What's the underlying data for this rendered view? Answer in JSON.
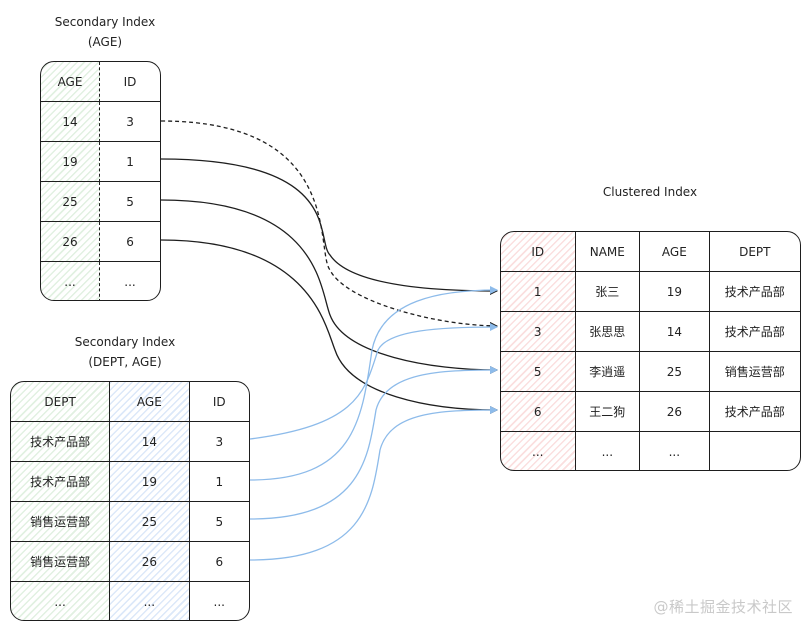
{
  "age_index": {
    "title_line1": "Secondary Index",
    "title_line2": "(AGE)",
    "headers": [
      "AGE",
      "ID"
    ],
    "rows": [
      [
        "14",
        "3"
      ],
      [
        "19",
        "1"
      ],
      [
        "25",
        "5"
      ],
      [
        "26",
        "6"
      ],
      [
        "...",
        "..."
      ]
    ]
  },
  "dept_age_index": {
    "title_line1": "Secondary Index",
    "title_line2": "(DEPT, AGE)",
    "headers": [
      "DEPT",
      "AGE",
      "ID"
    ],
    "rows": [
      [
        "技术产品部",
        "14",
        "3"
      ],
      [
        "技术产品部",
        "19",
        "1"
      ],
      [
        "销售运营部",
        "25",
        "5"
      ],
      [
        "销售运营部",
        "26",
        "6"
      ],
      [
        "...",
        "...",
        "..."
      ]
    ]
  },
  "clustered_index": {
    "title": "Clustered Index",
    "headers": [
      "ID",
      "NAME",
      "AGE",
      "DEPT"
    ],
    "rows": [
      [
        "1",
        "张三",
        "19",
        "技术产品部"
      ],
      [
        "3",
        "张思思",
        "14",
        "技术产品部"
      ],
      [
        "5",
        "李逍遥",
        "25",
        "销售运营部"
      ],
      [
        "6",
        "王二狗",
        "26",
        "技术产品部"
      ],
      [
        "...",
        "...",
        "...",
        ""
      ]
    ]
  },
  "colors": {
    "line": "#1e1e1e",
    "blue_arrow": "#8dbbea",
    "hatch_green": "#78be78",
    "hatch_blue": "#6ea0e6",
    "hatch_red": "#eb6e6e"
  },
  "watermark": "@稀土掘金技术社区"
}
